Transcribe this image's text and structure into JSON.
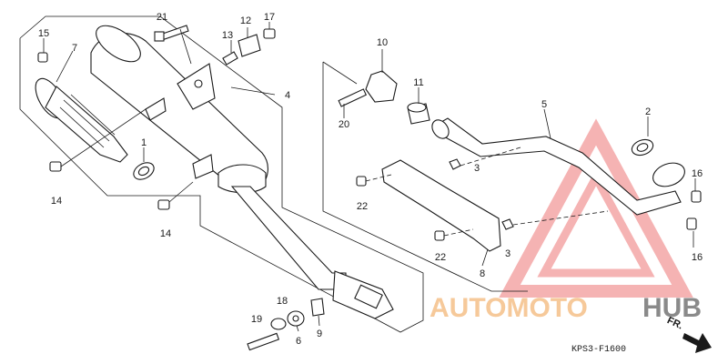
{
  "diagram": {
    "code": "KPS3-F1600",
    "front_label": "FR.",
    "part_numbers": {
      "p1": "1",
      "p2": "2",
      "p3a": "3",
      "p3b": "3",
      "p4": "4",
      "p5": "5",
      "p6": "6",
      "p7": "7",
      "p8": "8",
      "p9": "9",
      "p10": "10",
      "p11": "11",
      "p12": "12",
      "p13": "13",
      "p14a": "14",
      "p14b": "14",
      "p15": "15",
      "p16a": "16",
      "p16b": "16",
      "p17": "17",
      "p18": "18",
      "p19": "19",
      "p20": "20",
      "p21": "21",
      "p22a": "22",
      "p22b": "22"
    }
  },
  "watermark": {
    "part1": "AUTOMOTO",
    "part2": "HUB",
    "color_primary": "#f6c99a",
    "color_secondary": "#8a8a8a",
    "triangle_color": "#f29a9a"
  }
}
